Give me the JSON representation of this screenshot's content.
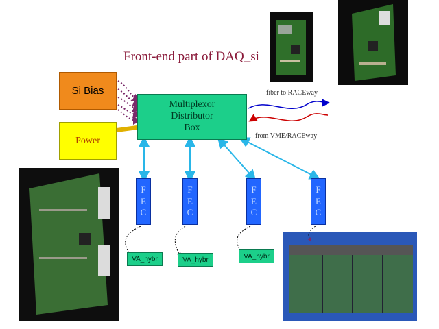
{
  "title": "Front-end part of DAQ_si",
  "si_bias": "Si Bias",
  "power": "Power",
  "multiplexer": [
    "Multiplexor",
    "Distributor",
    "Box"
  ],
  "fiber_to": "fiber to RACEway",
  "fiber_from": "from VME/RACEway",
  "fec_letters": [
    "F",
    "E",
    "C"
  ],
  "va_hybrid_label": "VA_hybr",
  "colors": {
    "mux": "#1ccf8a",
    "fec": "#2266ff",
    "si_bias": "#f08a1c",
    "power": "#ffff00",
    "link": "#29b6e8"
  }
}
